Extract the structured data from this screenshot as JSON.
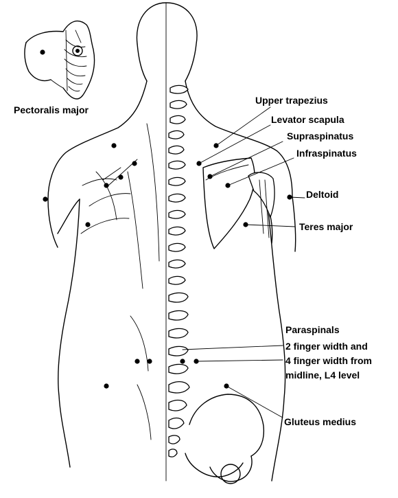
{
  "labels": {
    "pectoralis_major": "Pectoralis major",
    "upper_trapezius": "Upper trapezius",
    "levator_scapula": "Levator scapula",
    "supraspinatus": "Supraspinatus",
    "infraspinatus": "Infraspinatus",
    "deltoid": "Deltoid",
    "teres_major": "Teres major",
    "paraspinals": "Paraspinals",
    "paraspinals_line2": "2 finger width and",
    "paraspinals_line3": "4 finger width from",
    "paraspinals_line4": "midline, L4 level",
    "gluteus_medius": "Gluteus medius"
  }
}
